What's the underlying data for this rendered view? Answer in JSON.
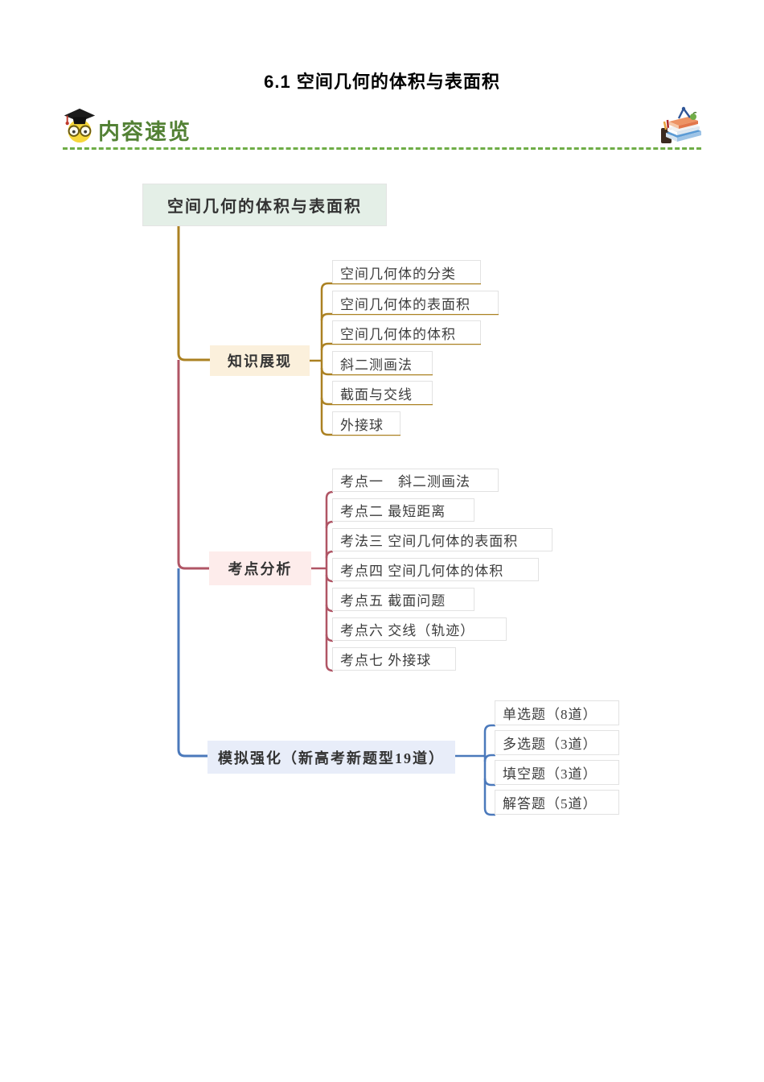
{
  "page": {
    "title": "6.1 空间几何的体积与表面积"
  },
  "banner": {
    "label": "内容速览",
    "label_color": "#538135",
    "dash_color": "#6fad47",
    "left_icon": "owl-graduate-icon",
    "right_icon": "books-stack-icon"
  },
  "mindmap": {
    "root": {
      "label": "空间几何的体积与表面积",
      "fill": "#e4efe7"
    },
    "branches": [
      {
        "label": "知识展现",
        "fill": "#fbf0dc",
        "line_color": "#ab8122",
        "children": [
          "空间几何体的分类",
          "空间几何体的表面积",
          "空间几何体的体积",
          "斜二测画法",
          "截面与交线",
          "外接球"
        ]
      },
      {
        "label": "考点分析",
        "fill": "#fdeceb",
        "line_color": "#b05565",
        "children": [
          "考点一　斜二测画法",
          "考点二 最短距离",
          "考法三 空间几何体的表面积",
          "考点四 空间几何体的体积",
          "考点五 截面问题",
          "考点六 交线（轨迹）",
          "考点七 外接球"
        ]
      },
      {
        "label": "模拟强化（新高考新题型19道）",
        "fill": "#e8edf9",
        "line_color": "#4b79bb",
        "children": [
          "单选题（8道）",
          "多选题（3道）",
          "填空题（3道）",
          "解答题（5道）"
        ]
      }
    ]
  }
}
